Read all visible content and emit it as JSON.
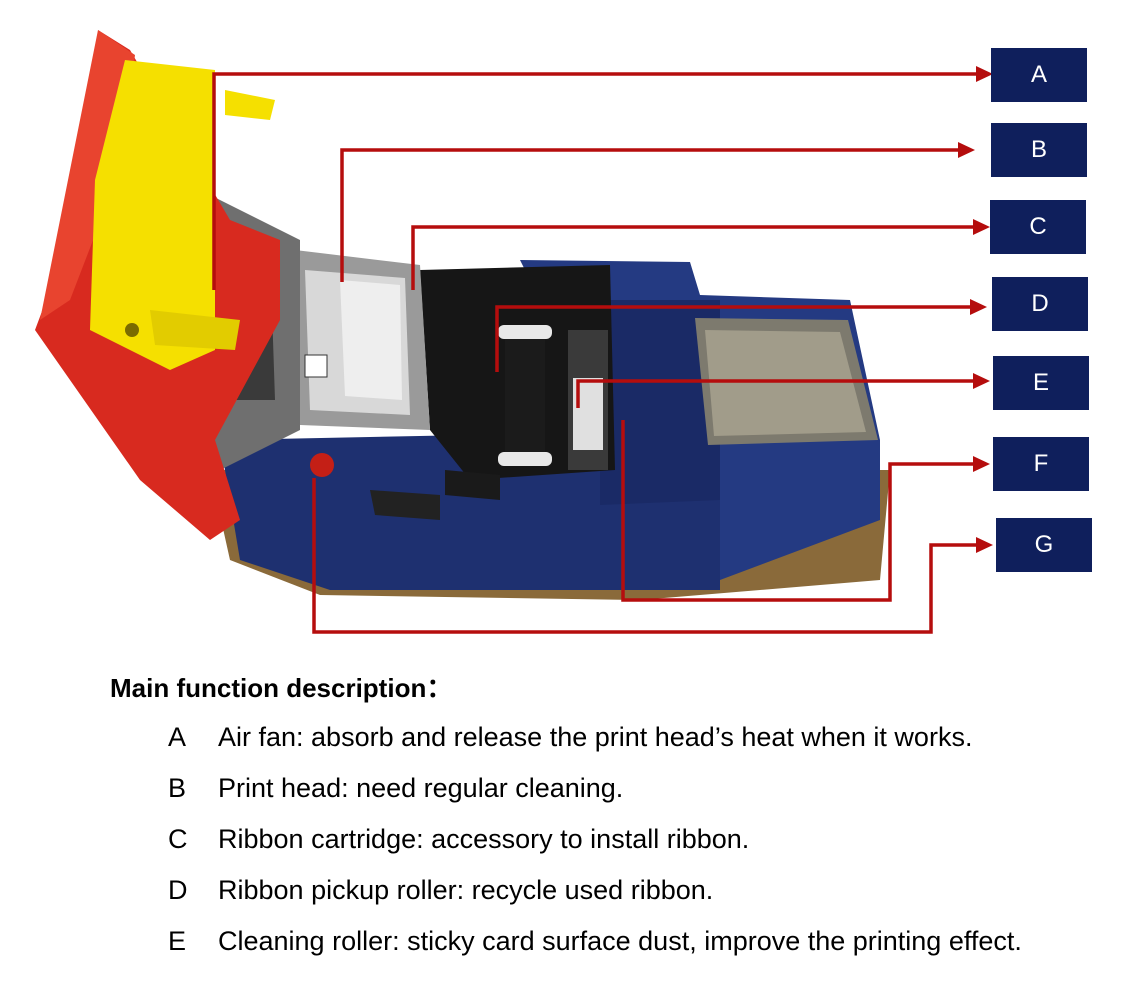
{
  "callouts": [
    {
      "letter": "A"
    },
    {
      "letter": "B"
    },
    {
      "letter": "C"
    },
    {
      "letter": "D"
    },
    {
      "letter": "E"
    },
    {
      "letter": "F"
    },
    {
      "letter": "G"
    }
  ],
  "colors": {
    "callout_box": "#0f1f5c",
    "callout_line": "#b50d0d",
    "printer_red": "#d82a1f",
    "printer_yellow": "#f5e000",
    "printer_blue": "#1e3070",
    "printer_bronze": "#8a6a3a"
  },
  "icons": [
    "card-printer-photo"
  ],
  "description": {
    "heading": "Main function description：",
    "items": [
      {
        "letter": "A",
        "text": "Air fan: absorb and release the print head’s heat when it works."
      },
      {
        "letter": "B",
        "text": "Print head: need regular cleaning."
      },
      {
        "letter": "C",
        "text": "Ribbon cartridge: accessory to install ribbon."
      },
      {
        "letter": "D",
        "text": "Ribbon pickup roller: recycle used ribbon."
      },
      {
        "letter": "E",
        "text": "Cleaning roller: sticky card surface dust, improve the printing effect."
      }
    ]
  }
}
